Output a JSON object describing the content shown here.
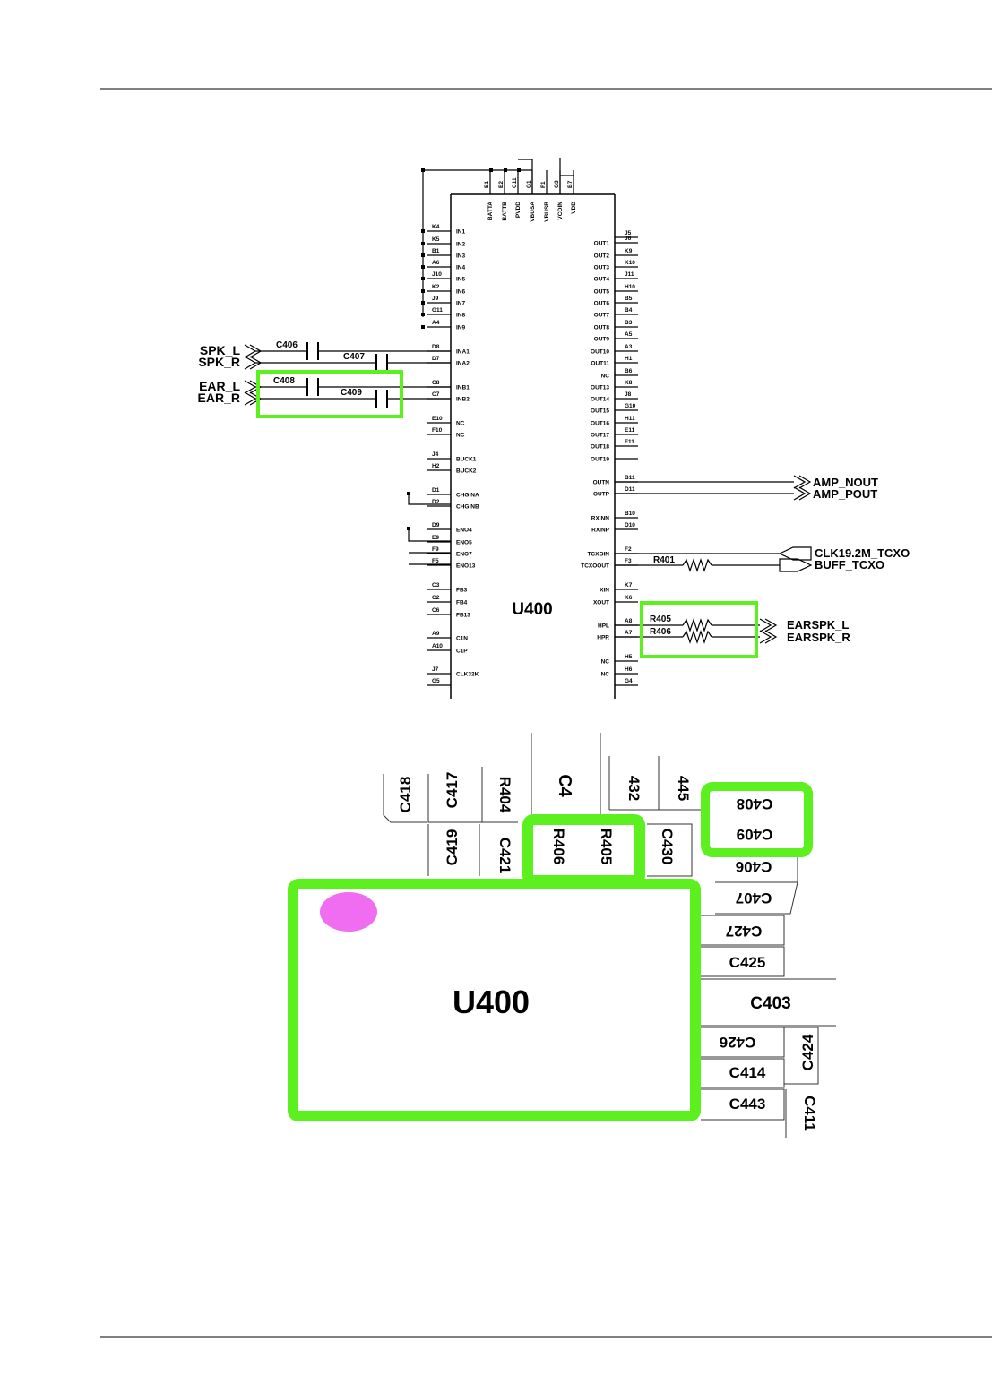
{
  "schematic": {
    "chip": "U400",
    "top_pins": [
      {
        "ball": "E1",
        "name": "BATTA"
      },
      {
        "ball": "E2",
        "name": "BATTB"
      },
      {
        "ball": "C11",
        "name": "PVDD"
      },
      {
        "ball": "G1",
        "name": "VBUSA"
      },
      {
        "ball": "F1",
        "name": "VBUSB"
      },
      {
        "ball": "G3",
        "name": "VCOIN"
      },
      {
        "ball": "B7",
        "name": "VDD"
      }
    ],
    "left_pins": [
      {
        "ball": "K4",
        "name": "IN1"
      },
      {
        "ball": "K5",
        "name": "IN2"
      },
      {
        "ball": "B1",
        "name": "IN3"
      },
      {
        "ball": "A6",
        "name": "IN4"
      },
      {
        "ball": "J10",
        "name": "IN5"
      },
      {
        "ball": "K2",
        "name": "IN6"
      },
      {
        "ball": "J9",
        "name": "IN7"
      },
      {
        "ball": "G11",
        "name": "IN8"
      },
      {
        "ball": "A4",
        "name": "IN9"
      },
      {
        "ball": "D8",
        "name": "INA1"
      },
      {
        "ball": "D7",
        "name": "INA2"
      },
      {
        "ball": "C8",
        "name": "INB1"
      },
      {
        "ball": "C7",
        "name": "INB2"
      },
      {
        "ball": "E10",
        "name": "NC"
      },
      {
        "ball": "F10",
        "name": "NC"
      },
      {
        "ball": "J4",
        "name": "BUCK1"
      },
      {
        "ball": "H2",
        "name": "BUCK2"
      },
      {
        "ball": "D1",
        "name": "CHGINA"
      },
      {
        "ball": "D2",
        "name": "CHGINB"
      },
      {
        "ball": "D9",
        "name": "ENO4"
      },
      {
        "ball": "E9",
        "name": "ENO5"
      },
      {
        "ball": "F9",
        "name": "ENO7"
      },
      {
        "ball": "F5",
        "name": "ENO13"
      },
      {
        "ball": "C3",
        "name": "FB3"
      },
      {
        "ball": "C2",
        "name": "FB4"
      },
      {
        "ball": "C6",
        "name": "FB13"
      },
      {
        "ball": "A9",
        "name": "C1N"
      },
      {
        "ball": "A10",
        "name": "C1P"
      },
      {
        "ball": "J7",
        "name": "CLK32K"
      },
      {
        "ball": "G5",
        "name": ""
      }
    ],
    "right_pins": [
      {
        "ball": "J5",
        "name": ""
      },
      {
        "ball": "J6",
        "name": "OUT1"
      },
      {
        "ball": "K9",
        "name": "OUT2"
      },
      {
        "ball": "K10",
        "name": "OUT3"
      },
      {
        "ball": "J11",
        "name": "OUT4"
      },
      {
        "ball": "H10",
        "name": "OUT5"
      },
      {
        "ball": "B5",
        "name": "OUT6"
      },
      {
        "ball": "B4",
        "name": "OUT7"
      },
      {
        "ball": "B3",
        "name": "OUT8"
      },
      {
        "ball": "A5",
        "name": "OUT9"
      },
      {
        "ball": "A3",
        "name": "OUT10"
      },
      {
        "ball": "H1",
        "name": "OUT11"
      },
      {
        "ball": "B6",
        "name": "NC"
      },
      {
        "ball": "K8",
        "name": "OUT13"
      },
      {
        "ball": "J8",
        "name": "OUT14"
      },
      {
        "ball": "G10",
        "name": "OUT15"
      },
      {
        "ball": "H11",
        "name": "OUT16"
      },
      {
        "ball": "E11",
        "name": "OUT17"
      },
      {
        "ball": "F11",
        "name": "OUT18"
      },
      {
        "ball": "",
        "name": "OUT19"
      },
      {
        "ball": "B11",
        "name": "OUTN"
      },
      {
        "ball": "D11",
        "name": "OUTP"
      },
      {
        "ball": "B10",
        "name": "RXINN"
      },
      {
        "ball": "D10",
        "name": "RXINP"
      },
      {
        "ball": "F2",
        "name": "TCXOIN"
      },
      {
        "ball": "F3",
        "name": "TCXOOUT"
      },
      {
        "ball": "K7",
        "name": "XIN"
      },
      {
        "ball": "K6",
        "name": "XOUT"
      },
      {
        "ball": "A8",
        "name": "HPL"
      },
      {
        "ball": "A7",
        "name": "HPR"
      },
      {
        "ball": "H5",
        "name": "NC"
      },
      {
        "ball": "H6",
        "name": "NC"
      },
      {
        "ball": "G4",
        "name": ""
      }
    ],
    "inputs": {
      "spk_l": "SPK_L",
      "spk_r": "SPK_R",
      "ear_l": "EAR_L",
      "ear_r": "EAR_R"
    },
    "outputs": {
      "amp_nout": "AMP_NOUT",
      "amp_pout": "AMP_POUT",
      "clk": "CLK19.2M_TCXO",
      "buff": "BUFF_TCXO",
      "earspk_l": "EARSPK_L",
      "earspk_r": "EARSPK_R"
    },
    "components": {
      "c406": "C406",
      "c407": "C407",
      "c408": "C408",
      "c409": "C409",
      "r401": "R401",
      "r405": "R405",
      "r406": "R406"
    }
  },
  "layout": {
    "chip": "U400",
    "parts": {
      "c418": "C418",
      "c417": "C417",
      "r404": "R404",
      "c4x": "C4",
      "c432": "432",
      "c445": "445",
      "c419": "C419",
      "c421": "C421",
      "r406": "R406",
      "r405": "R405",
      "c430": "C430",
      "c408": "C408",
      "c409": "C409",
      "c406": "C406",
      "c407": "C407",
      "c427": "C427",
      "c425": "C425",
      "c403": "C403",
      "c426": "C426",
      "c424": "C424",
      "c414": "C414",
      "c443": "C443",
      "c411": "C411"
    }
  },
  "colors": {
    "highlight": "#5CF01E",
    "marker": "#F06CF0",
    "line": "#000000"
  }
}
